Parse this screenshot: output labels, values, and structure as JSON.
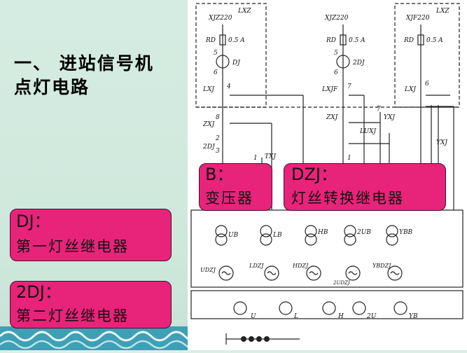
{
  "slide": {
    "title": "一、 进站信号机\n点灯电路"
  },
  "callouts": {
    "dj": {
      "code": "DJ：",
      "desc": "第一灯丝继电器"
    },
    "dj2": {
      "code": "2DJ：",
      "desc": "第二灯丝继电器"
    },
    "b": {
      "code": "B：",
      "desc": "变压器"
    },
    "dzj": {
      "code": "DZJ：",
      "desc": "灯丝转换继电器"
    }
  },
  "diagram": {
    "frame_labels": [
      "LXZ",
      "LXZ"
    ],
    "supply_labels": [
      "XJZ220",
      "XJZ220",
      "XJF220"
    ],
    "fuse_labels": [
      "RD",
      "RD",
      "RD"
    ],
    "fuse_ratings": [
      "0.5 A",
      "0.5 A",
      "0.5 A"
    ],
    "relay_labels": [
      "DJ",
      "2DJ"
    ],
    "contact_labels": [
      "LXJ",
      "LXJF",
      "LXJ",
      "ZXJ",
      "ZXJ",
      "YXJ",
      "LUXJ",
      "2DJ",
      "TXJ",
      "YXJ"
    ],
    "terminal_numbers": [
      "5",
      "6",
      "5",
      "6",
      "4",
      "7",
      "6",
      "8",
      "7",
      "2",
      "3",
      "1",
      "1"
    ],
    "transformer_labels": [
      "UB",
      "LB",
      "HB",
      "2UB",
      "YBB"
    ],
    "dzj_labels": [
      "UDZJ",
      "LDZJ",
      "HDZJ",
      "2UDZJ",
      "YBDZJ"
    ],
    "lamp_labels": [
      "U",
      "L",
      "H",
      "2U",
      "YB"
    ]
  }
}
